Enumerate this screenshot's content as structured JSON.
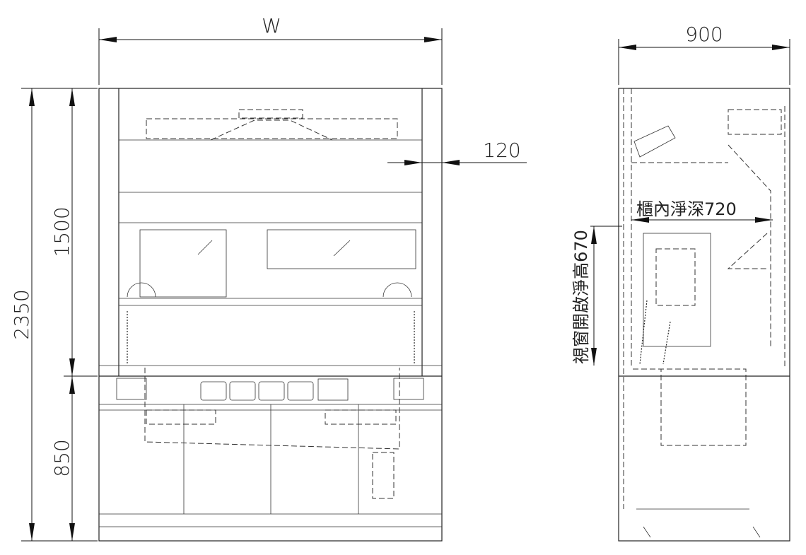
{
  "drawing": {
    "front_view": {
      "width_label": "W",
      "panel_offset_label": "120",
      "upper_height_label": "1500",
      "total_height_label": "2350",
      "base_height_label": "850"
    },
    "side_view": {
      "depth_label": "900",
      "inner_depth_label": "櫃內淨深720",
      "sash_opening_label": "視窗開啟淨高670"
    }
  }
}
